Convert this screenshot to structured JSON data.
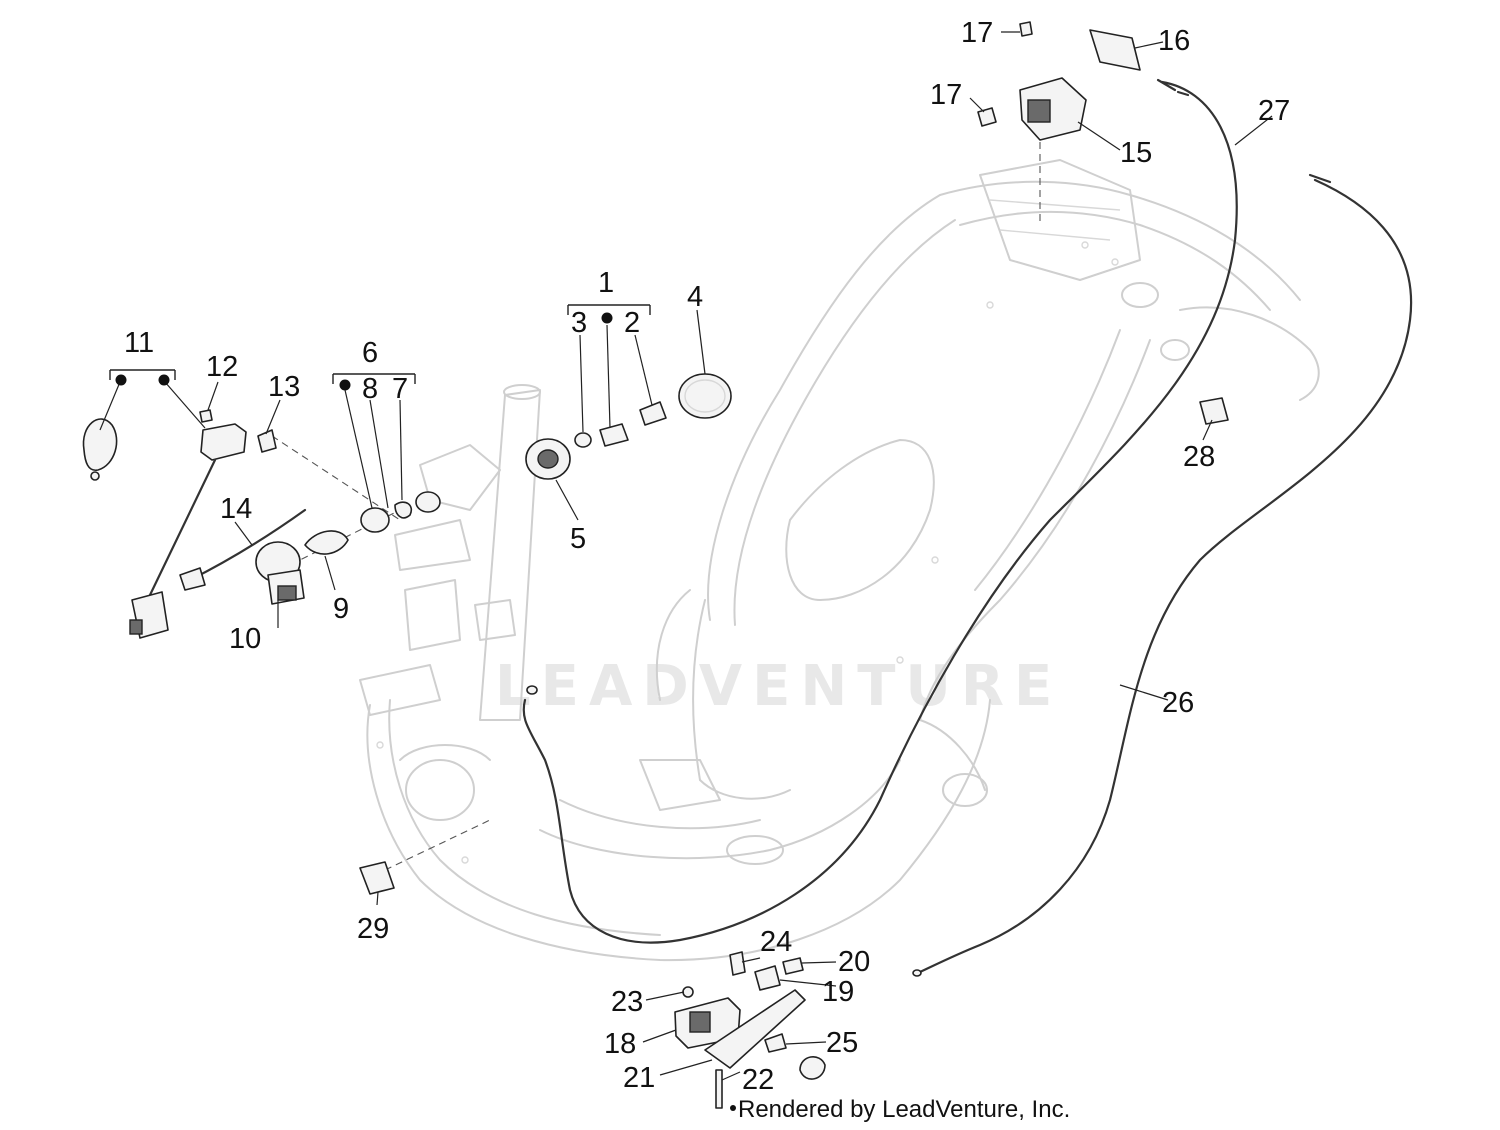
{
  "watermark": "LEADVENTURE",
  "credit": "Rendered by LeadVenture, Inc.",
  "labels": {
    "n1": "1",
    "n2": "2",
    "n3": "3",
    "n4": "4",
    "n5": "5",
    "n6": "6",
    "n7": "7",
    "n8": "8",
    "n9": "9",
    "n10": "10",
    "n11": "11",
    "n12": "12",
    "n13": "13",
    "n14": "14",
    "n15": "15",
    "n16": "16",
    "n17a": "17",
    "n17b": "17",
    "n18": "18",
    "n19": "19",
    "n20": "20",
    "n21": "21",
    "n22": "22",
    "n23": "23",
    "n24": "24",
    "n25": "25",
    "n26": "26",
    "n27": "27",
    "n28": "28",
    "n29": "29"
  }
}
